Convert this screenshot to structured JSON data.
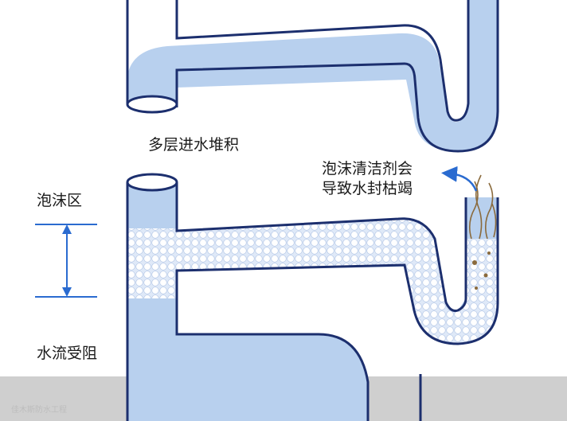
{
  "labels": {
    "accumulation": "多层进水堆积",
    "foam_zone": "泡沫区",
    "flow_blocked": "水流受阻",
    "dryout_line1": "泡沫清洁剂会",
    "dryout_line2": "导致水封枯竭"
  },
  "watermark": "佳木斯防水工程",
  "colors": {
    "pipe_fill": "#b8d0ee",
    "pipe_outline": "#1c2f6e",
    "foam_bubble": "#ffffff",
    "arrow_blue": "#2a6bd0",
    "floor_gray": "#cfcfcf",
    "debris_brown": "#8a6a3c"
  },
  "icons": [
    "foam-bubbles",
    "odor-wisps",
    "up-arrow",
    "down-arrow",
    "curved-arrow"
  ]
}
